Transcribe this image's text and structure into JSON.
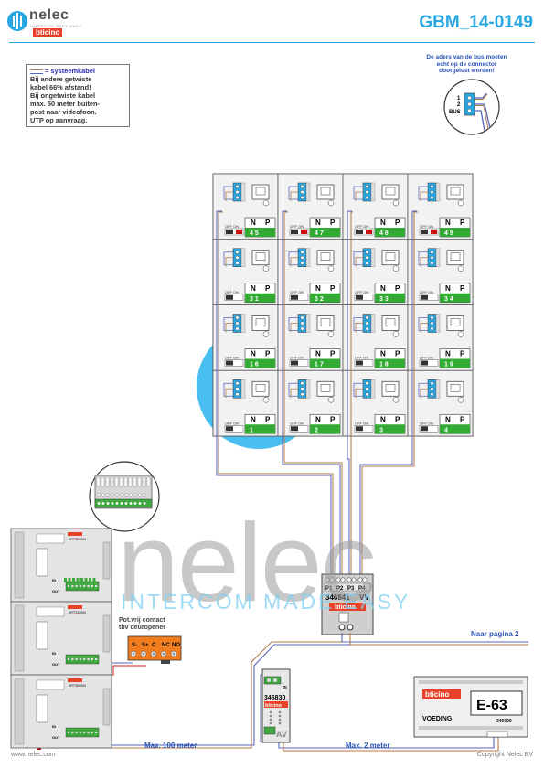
{
  "header": {
    "brand": "nelec",
    "brand_tagline": "INTERCOM MADE EASY",
    "partner": "bticino",
    "doc_code": "GBM_14-0149"
  },
  "note": {
    "title": "= systeemkabel",
    "lines": [
      "Bij andere getwiste",
      "kabel 66% afstand!",
      "Bij ongetwiste kabel",
      "max. 50 meter buiten-",
      "post naar videofoon.",
      "UTP op aanvraag."
    ]
  },
  "bus_note": {
    "lines": [
      "De aders van de bus moeten",
      "echt op de connector",
      "doorgelust worden!"
    ],
    "terminals": [
      "1",
      "2",
      "BUS"
    ]
  },
  "units": {
    "switch_labels": [
      "N",
      "P"
    ],
    "off_on": "OFF ON",
    "rows": [
      [
        "45",
        "47",
        "48",
        "49"
      ],
      [
        "31",
        "32",
        "33",
        "34"
      ],
      [
        "16",
        "17",
        "18",
        "19"
      ],
      [
        "1",
        "2",
        "3",
        "4"
      ]
    ]
  },
  "distributor": {
    "ports": [
      "P1",
      "P2",
      "P3",
      "P4"
    ],
    "code": "346841",
    "brand": "bticino",
    "suffix": "VV"
  },
  "panels": {
    "codes": [
      "ART351000",
      "ART332000",
      "ART355000"
    ],
    "in": "IN",
    "out": "OUT"
  },
  "relay": {
    "label_lines": [
      "Pot.vrij contact",
      "tbv deuropener"
    ],
    "terminals": [
      "S-",
      "S+",
      "C",
      "NC",
      "NO"
    ]
  },
  "interface": {
    "code": "346830",
    "brand": "bticino",
    "suffix": "AV",
    "pi": "PI"
  },
  "power": {
    "brand": "bticino",
    "model": "E-63",
    "label": "VOEDING",
    "code": "346000"
  },
  "labels": {
    "next_page": "Naar pagina 2",
    "max100": "Max. 100 meter",
    "max2": "Max. 2 meter"
  },
  "footer": {
    "website": "www.nelec.com",
    "copyright": "Copyright Nelec BV"
  },
  "colors": {
    "accent": "#2aa6e0",
    "cable_blue": "#5566bb",
    "cable_brown": "#b07a4a",
    "cable_red": "#cc2222",
    "relay_orange": "#f07c1e",
    "terminal_green": "#33aa33"
  }
}
